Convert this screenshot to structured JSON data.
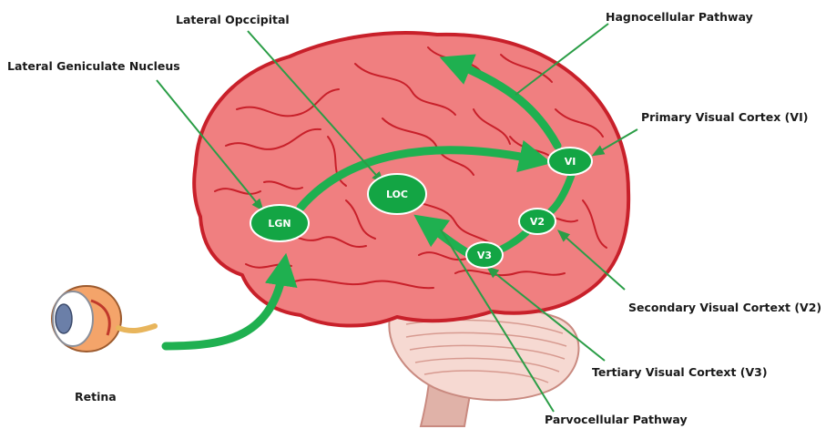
{
  "labels": {
    "lateral_occipital": "Lateral Opccipital",
    "lateral_geniculate": "Lateral Geniculate Nucleus",
    "magnocellular": "Hagnocellular Pathway",
    "v1": "Primary Visual Cortex (VI)",
    "v2": "Secondary Visual Cortext (V2)",
    "v3": "Tertiary Visual Cortext (V3)",
    "parvocellular": "Parvocellular Pathway",
    "retina": "Retina"
  },
  "nodes": {
    "lgn": "LGN",
    "loc": "LOC",
    "v1": "VI",
    "v2": "V2",
    "v3": "V3"
  },
  "colors": {
    "brain_fill": "#f07f80",
    "brain_outline": "#c8202a",
    "pathway_green": "#1fb050",
    "node_green": "#13a544",
    "pointer_green": "#2a9d46",
    "stem_fill": "#e0b2a8",
    "cerebellum_fill": "#f6d9d2"
  }
}
